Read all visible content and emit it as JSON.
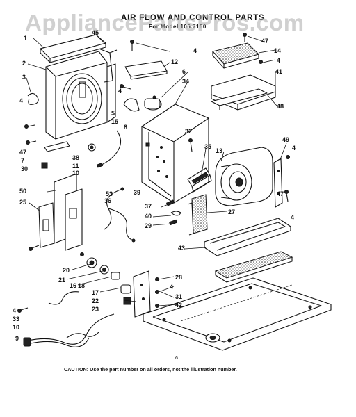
{
  "watermark": "AppliancePartsPros.com",
  "title": "AIR FLOW AND CONTROL PARTS",
  "subtitle": "For Model 106.7150",
  "page_number": "6",
  "caution": "CAUTION: Use the part number on all orders, not the illustration number.",
  "callouts": [
    "1",
    "45",
    "2",
    "3",
    "4",
    "47",
    "7",
    "30",
    "38",
    "11",
    "10",
    "5",
    "15",
    "8",
    "12",
    "6",
    "34",
    "32",
    "35",
    "13",
    "39",
    "36",
    "53",
    "50",
    "25",
    "37",
    "40",
    "29",
    "27",
    "43",
    "20",
    "21",
    "16",
    "18",
    "17",
    "22",
    "23",
    "28",
    "31",
    "42",
    "33",
    "9",
    "14",
    "41",
    "48",
    "49"
  ]
}
